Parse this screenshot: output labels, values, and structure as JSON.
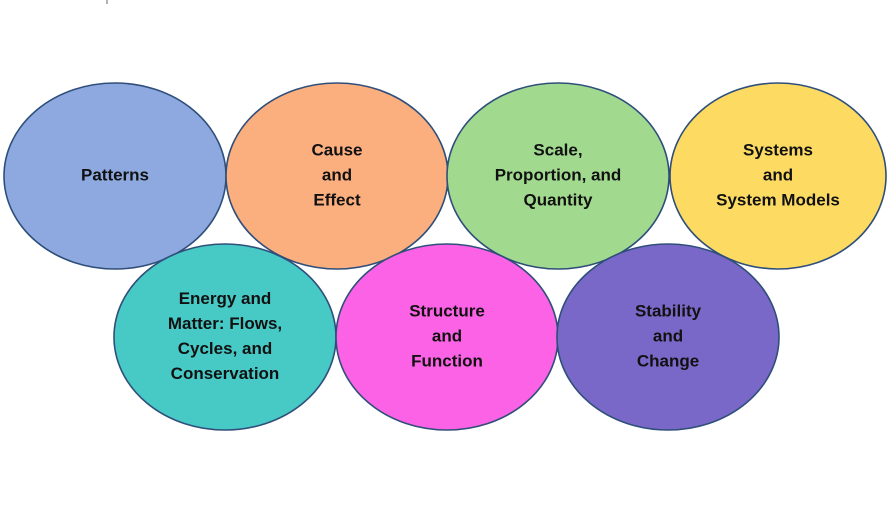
{
  "diagram": {
    "concepts": [
      {
        "id": "patterns",
        "lines": [
          "Patterns"
        ],
        "color": "#8EA9E0"
      },
      {
        "id": "cause-and-effect",
        "lines": [
          "Cause",
          "and",
          "Effect"
        ],
        "color": "#FBAE7E"
      },
      {
        "id": "scale-proportion-quantity",
        "lines": [
          "Scale,",
          "Proportion, and",
          "Quantity"
        ],
        "color": "#A1D98F"
      },
      {
        "id": "systems-and-system-models",
        "lines": [
          "Systems",
          "and",
          "System Models"
        ],
        "color": "#FDDB63"
      },
      {
        "id": "energy-and-matter",
        "lines": [
          "Energy and",
          "Matter: Flows,",
          "Cycles, and",
          "Conservation"
        ],
        "color": "#47C9C6"
      },
      {
        "id": "structure-and-function",
        "lines": [
          "Structure",
          "and",
          "Function"
        ],
        "color": "#FB62E5"
      },
      {
        "id": "stability-and-change",
        "lines": [
          "Stability",
          "and",
          "Change"
        ],
        "color": "#7A68C8"
      }
    ],
    "outline_color": "#2F4F7A"
  }
}
